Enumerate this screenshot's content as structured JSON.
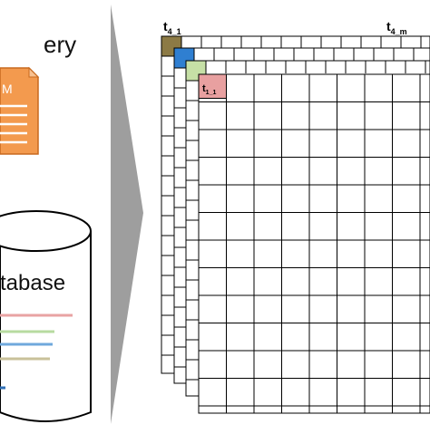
{
  "left_panel": {
    "query_label": "ery",
    "doc_icon_text": "M",
    "database_label": "tabase",
    "db_line_colors": [
      "#e8a3a3",
      "#b7dba0",
      "#6fa8dc",
      "#c9c19a",
      "#2f6fb5"
    ]
  },
  "grid": {
    "colors": {
      "t4": "#8c7a45",
      "t3": "#2f7fd1",
      "t2": "#c6e0a6",
      "t1": "#e8a0a0",
      "doc": "#f39a4e",
      "arrow": "#9e9e9e",
      "border": "#000000"
    },
    "label_t4_1": {
      "main": "t",
      "sub": "4_1"
    },
    "label_t4_m": {
      "main": "t",
      "sub": "4_m"
    },
    "label_t1_1": {
      "main": "t",
      "sub": "1_1"
    }
  }
}
